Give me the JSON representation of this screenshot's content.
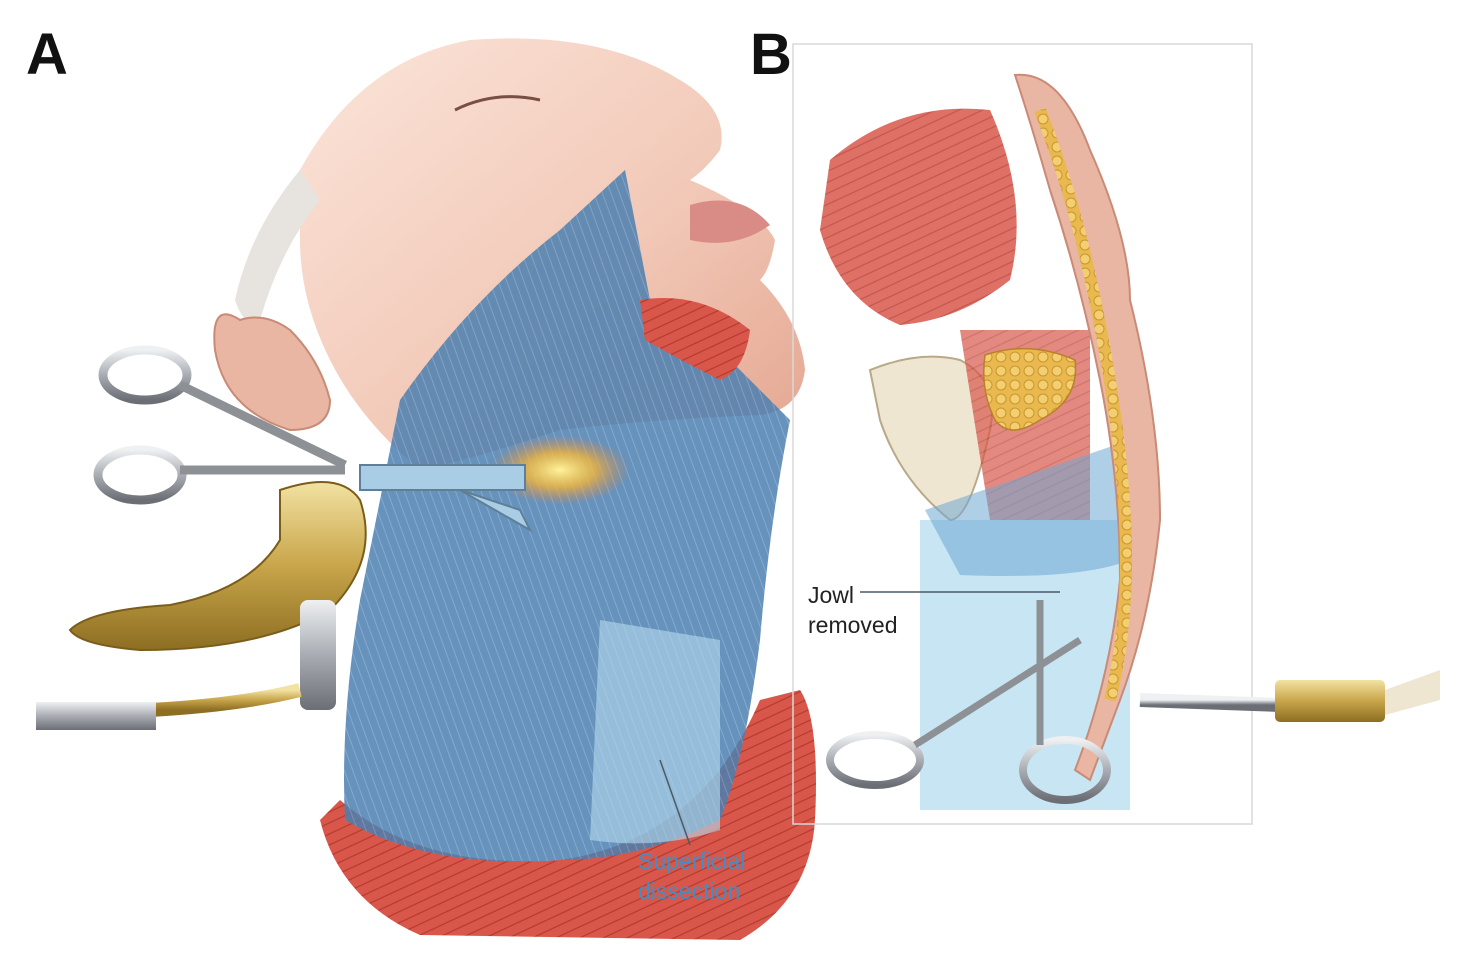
{
  "panels": [
    {
      "letter": "A"
    },
    {
      "letter": "B"
    }
  ],
  "annotations": {
    "jowl": {
      "line1": "Jowl",
      "line2": "removed"
    },
    "superficial": {
      "line1": "Superficial",
      "line2": "dissection"
    }
  },
  "colors": {
    "background": "#ffffff",
    "skin": "#f2c9b8",
    "skin_shadow": "#e3a48e",
    "muscle": "#d9574a",
    "muscle_light": "#e98a7e",
    "dissection_overlay": "#3f8fc6",
    "blue_label": "#3f8fc6",
    "text_dark": "#222222",
    "fat": "#e9b94f",
    "metal": "#a9adb3",
    "gold_instrument": "#c8a54a",
    "bone": "#efe6d2"
  },
  "icons": [
    "scissors-icon",
    "retractor-icon",
    "forceps-icon"
  ]
}
